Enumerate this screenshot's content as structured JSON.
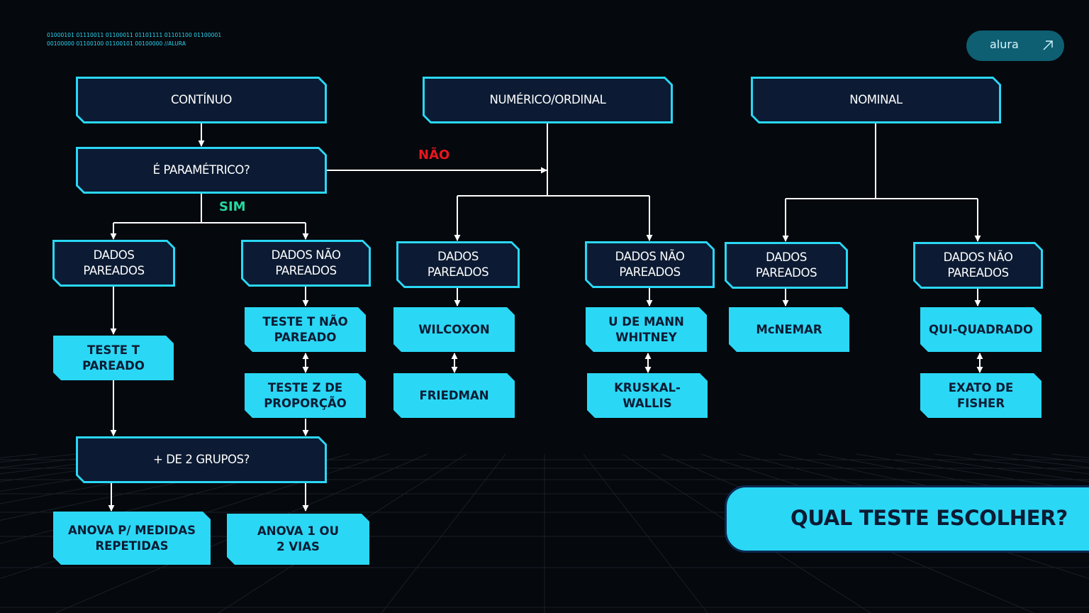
{
  "header": {
    "binary_line1": "01000101 01110011 01100011 01101111 01101100 01100001",
    "binary_line2": "00100000 01100100 01100101 00100000 //ALURA"
  },
  "badge": {
    "label": "alura",
    "icon": "arrow-up-right-icon"
  },
  "nodes": {
    "continuo": "CONTÍNUO",
    "parametrico": "É PARAMÉTRICO?",
    "numerico": "NUMÉRICO/ORDINAL",
    "nominal": "NOMINAL",
    "c_pareados": "DADOS PAREADOS",
    "c_nao_pareados": "DADOS NÃO PAREADOS",
    "n_pareados": "DADOS PAREADOS",
    "n_nao_pareados": "DADOS NÃO PAREADOS",
    "m_pareados": "DADOS PAREADOS",
    "m_nao_pareados": "DADOS NÃO PAREADOS",
    "mais_grupos": "+ DE 2 GRUPOS?"
  },
  "tests": {
    "teste_t_pareado": "TESTE T PAREADO",
    "teste_t_nao_pareado": "TESTE T NÃO PAREADO",
    "teste_z": "TESTE Z DE PROPORÇÃO",
    "wilcoxon": "WILCOXON",
    "friedman": "FRIEDMAN",
    "mann_whitney": "U DE MANN WHITNEY",
    "kruskal": "KRUSKAL-WALLIS",
    "mcnemar": "McNEMAR",
    "qui_quadrado": "QUI-QUADRADO",
    "fisher": "EXATO DE FISHER",
    "anova_medidas": "ANOVA P/ MEDIDAS REPETIDAS",
    "anova_vias": "ANOVA 1 OU 2 VIAS"
  },
  "labels": {
    "nao": "NÃO",
    "sim": "SIM"
  },
  "title": "QUAL TESTE ESCOLHER?",
  "colors": {
    "background": "#05080d",
    "accent_cyan": "#2ad8f6",
    "box_navy": "#0c1b33",
    "nao_red": "#e8161e",
    "sim_green": "#27d7a4"
  }
}
